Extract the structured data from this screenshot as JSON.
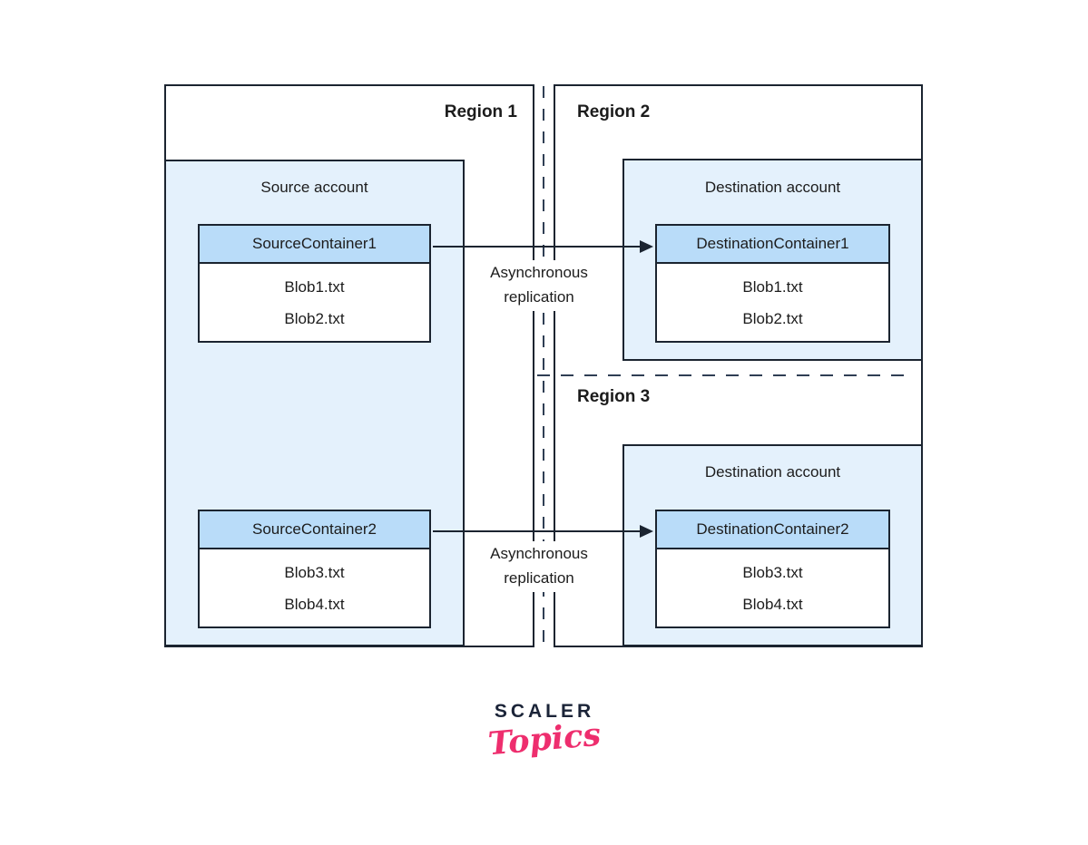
{
  "regions": {
    "r1": "Region 1",
    "r2": "Region 2",
    "r3": "Region 3"
  },
  "source_account": {
    "label": "Source account",
    "containers": [
      {
        "name": "SourceContainer1",
        "blobs": [
          "Blob1.txt",
          "Blob2.txt"
        ]
      },
      {
        "name": "SourceContainer2",
        "blobs": [
          "Blob3.txt",
          "Blob4.txt"
        ]
      }
    ]
  },
  "destination_accounts": [
    {
      "region": "Region 2",
      "label": "Destination account",
      "container": {
        "name": "DestinationContainer1",
        "blobs": [
          "Blob1.txt",
          "Blob2.txt"
        ]
      }
    },
    {
      "region": "Region 3",
      "label": "Destination account",
      "container": {
        "name": "DestinationContainer2",
        "blobs": [
          "Blob3.txt",
          "Blob4.txt"
        ]
      }
    }
  ],
  "replication": {
    "arrow1_label": "Asynchronous replication",
    "arrow2_label": "Asynchronous replication"
  },
  "logo": {
    "brand": "SCALER",
    "wordmark": "Topics"
  },
  "colors": {
    "account_fill": "#e4f1fc",
    "container_fill": "#b9dcf9",
    "border": "#1b2430",
    "dash_line": "#2f3e54",
    "logo_navy": "#1b2438",
    "logo_pink": "#ee2e6e"
  }
}
